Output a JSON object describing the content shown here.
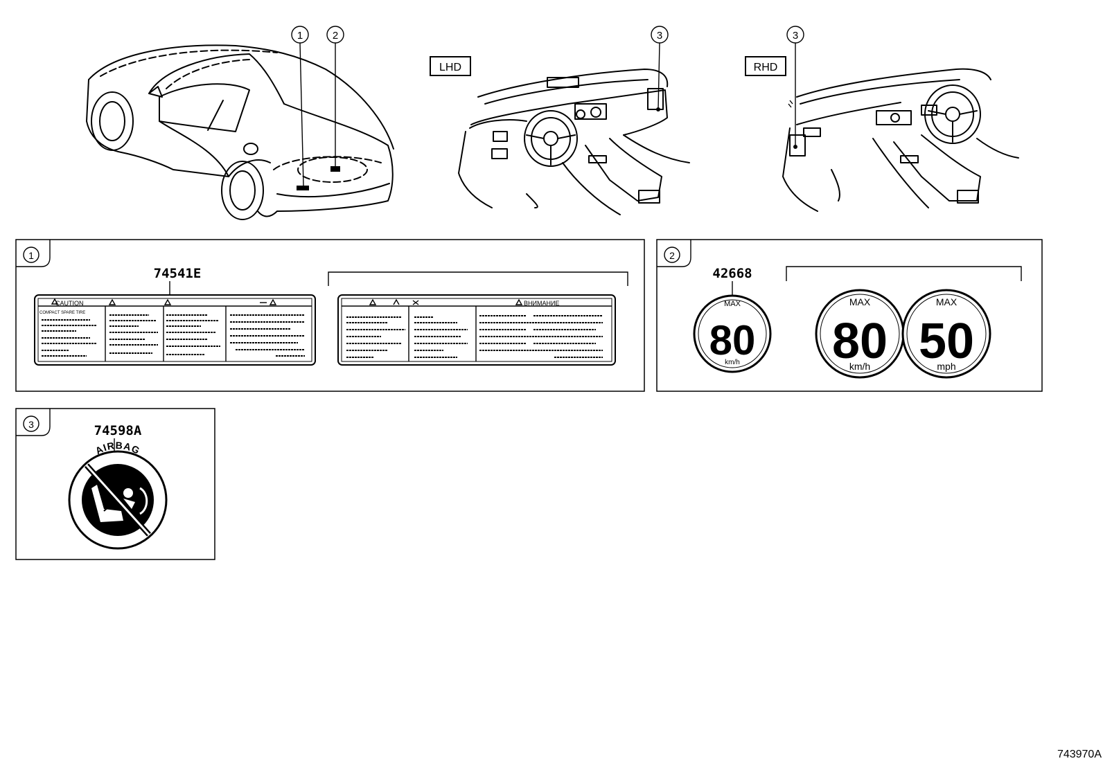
{
  "callouts": {
    "one": "1",
    "two": "2",
    "three": "3"
  },
  "views": {
    "lhd": "LHD",
    "rhd": "RHD"
  },
  "panel1": {
    "part_number": "74541E",
    "caution_heading": "CAUTION",
    "caution_subheading": "COMPACT SPARE TIRE",
    "russian_heading": "ВНИМАНИЕ"
  },
  "panel2": {
    "part_number": "42668",
    "max_label": "MAX",
    "speed_kmh": "80",
    "unit_kmh": "km/h",
    "speed_mph": "50",
    "unit_mph": "mph"
  },
  "panel3": {
    "part_number": "74598A",
    "airbag_label": "AIRBAG"
  },
  "diagram_code": "743970A"
}
